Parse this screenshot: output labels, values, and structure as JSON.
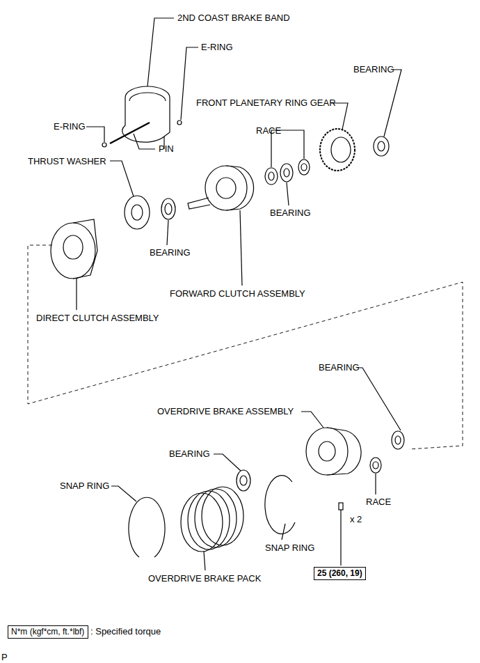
{
  "diagram": {
    "nodes": [
      {
        "text": [
          "25 (260, 19)"
        ]
      },
      {
        "text": [
          "N*m (kgf*cm, ft.*lbf)"
        ]
      }
    ],
    "labels": [
      "2ND COAST BRAKE BAND",
      "E-RING",
      "BEARING",
      "FRONT PLANETARY RING GEAR",
      "E-RING",
      "PIN",
      "RACE",
      "THRUST WASHER",
      "BEARING",
      "BEARING",
      "FORWARD CLUTCH ASSEMBLY",
      "DIRECT CLUTCH ASSEMBLY",
      "BEARING",
      "OVERDRIVE BRAKE ASSEMBLY",
      "BEARING",
      "SNAP RING",
      "SNAP RING",
      "RACE",
      "x 2",
      "OVERDRIVE BRAKE PACK",
      ": Specified torque",
      "P"
    ]
  }
}
